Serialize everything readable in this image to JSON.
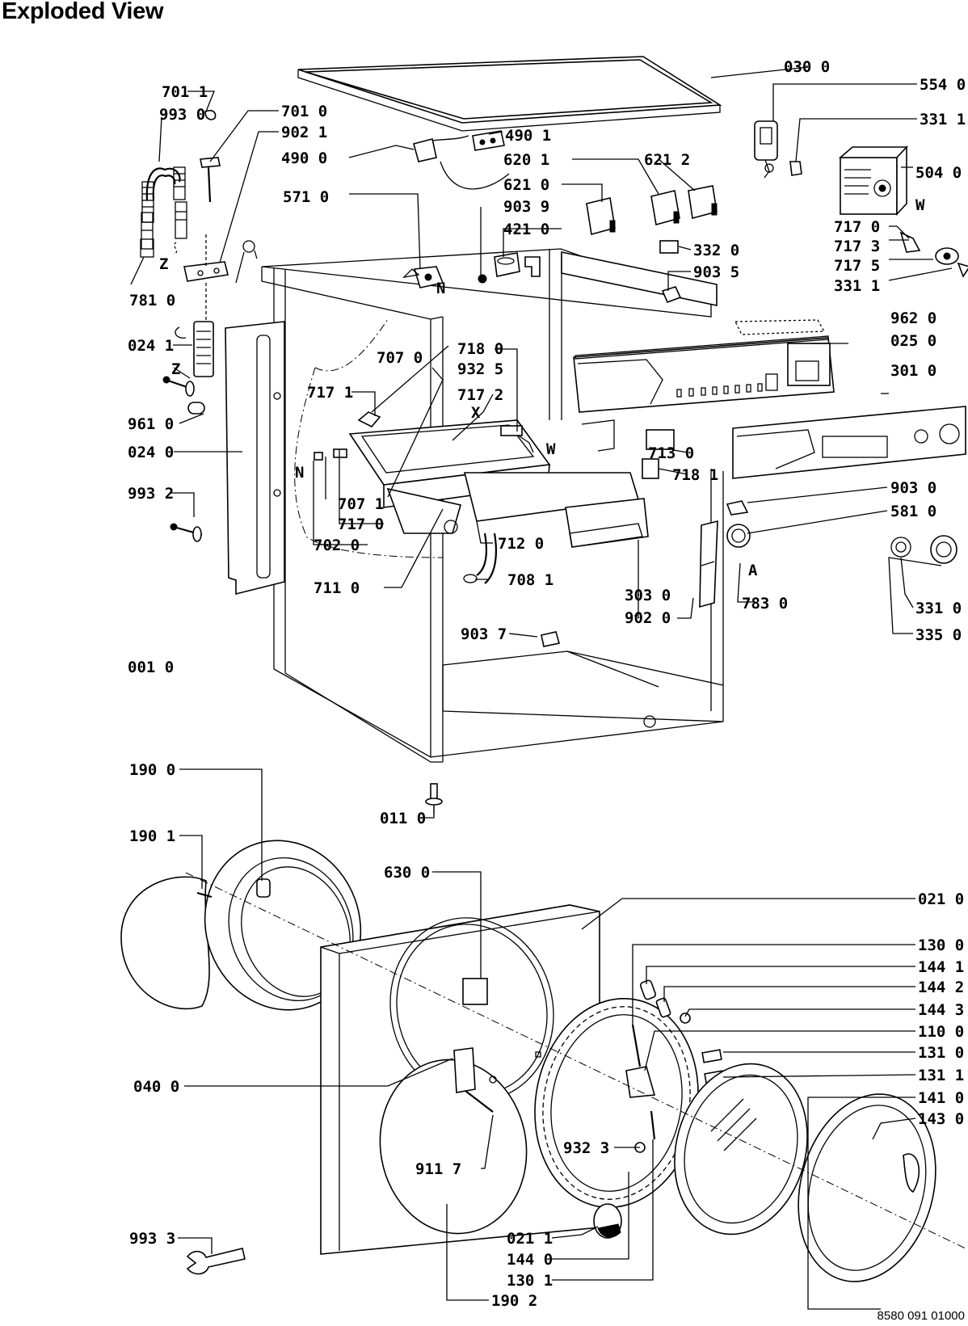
{
  "header": {
    "title": "Exploded View"
  },
  "footer": {
    "doc_id": "8580 091 01000"
  },
  "labels": {
    "l_030_0": "030 0",
    "l_554_0": "554 0",
    "l_331_1a": "331 1",
    "l_701_1": "701 1",
    "l_993_0": "993 0",
    "l_701_0": "701 0",
    "l_902_1": "902 1",
    "l_490_1": "490 1",
    "l_490_0": "490 0",
    "l_620_1": "620 1",
    "l_621_2": "621 2",
    "l_504_0": "504 0",
    "l_571_0": "571 0",
    "l_621_0": "621 0",
    "l_903_9": "903 9",
    "l_421_0": "421 0",
    "l_717_0a": "717 0",
    "l_717_3": "717 3",
    "l_717_5": "717 5",
    "l_331_1b": "331 1",
    "l_332_0": "332 0",
    "l_903_5": "903 5",
    "l_781_0": "781 0",
    "l_962_0": "962 0",
    "l_025_0": "025 0",
    "l_301_0": "301 0",
    "l_024_1": "024 1",
    "l_718_0": "718 0",
    "l_707_0": "707 0",
    "l_932_5": "932 5",
    "l_717_1": "717 1",
    "l_717_2": "717 2",
    "l_961_0": "961 0",
    "l_024_0": "024 0",
    "l_713_0": "713 0",
    "l_718_1": "718 1",
    "l_993_2": "993 2",
    "l_707_1": "707 1",
    "l_717_0b": "717 0",
    "l_903_0": "903 0",
    "l_581_0": "581 0",
    "l_712_0": "712 0",
    "l_702_0": "702 0",
    "l_708_1": "708 1",
    "l_711_0": "711 0",
    "l_303_0": "303 0",
    "l_902_0": "902 0",
    "l_783_0": "783 0",
    "l_331_0": "331 0",
    "l_335_0": "335 0",
    "l_903_7": "903 7",
    "l_001_0": "001 0",
    "l_190_0": "190 0",
    "l_011_0": "011 0",
    "l_190_1": "190 1",
    "l_630_0": "630 0",
    "l_021_0": "021 0",
    "l_130_0": "130 0",
    "l_144_1": "144 1",
    "l_144_2": "144 2",
    "l_144_3": "144 3",
    "l_110_0": "110 0",
    "l_131_0": "131 0",
    "l_040_0": "040 0",
    "l_131_1": "131 1",
    "l_141_0": "141 0",
    "l_143_0": "143 0",
    "l_932_3": "932 3",
    "l_911_7": "911 7",
    "l_993_3": "993 3",
    "l_021_1": "021 1",
    "l_144_0": "144 0",
    "l_130_1": "130 1",
    "l_190_2": "190 2"
  },
  "letters": {
    "z1": "Z",
    "z2": "Z",
    "n1": "N",
    "n2": "N",
    "x1": "X",
    "w1": "W",
    "w2": "W",
    "a1": "A"
  }
}
